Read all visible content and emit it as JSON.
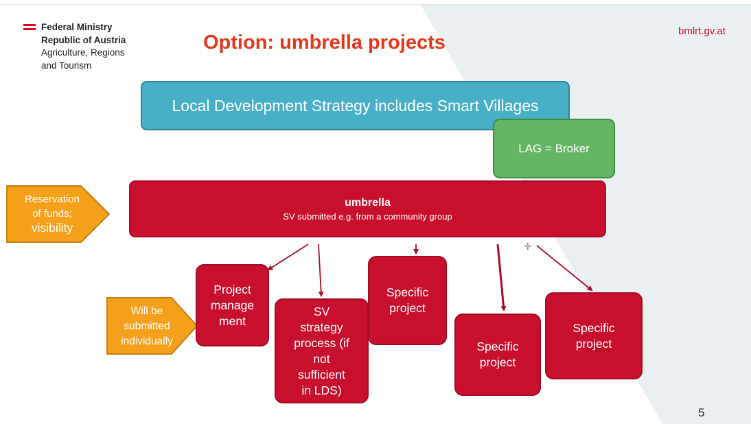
{
  "header": {
    "logo_lines": [
      "Federal Ministry",
      "Republic of Austria",
      "Agriculture, Regions",
      "and Tourism"
    ],
    "url": "bmlrt.gv.at",
    "title": "Option: umbrella projects",
    "slide_number": "5"
  },
  "diagram": {
    "lds": "Local Development Strategy includes  Smart Villages",
    "lag": "LAG = Broker",
    "umbrella_title": "umbrella",
    "umbrella_sub": "SV submitted e.g. from a community group",
    "left_top_lines": [
      "Reservation",
      "of funds;",
      "visibility"
    ],
    "left_bottom_lines": [
      "Will be",
      "submitted",
      "individually"
    ],
    "project_management": [
      "Project",
      "manage",
      "ment"
    ],
    "sv_strategy": [
      "SV",
      "strategy",
      "process (if",
      "not",
      "sufficient",
      "in LDS)"
    ],
    "specific_1": [
      "Specific",
      "project"
    ],
    "specific_2": [
      "Specific",
      "project"
    ],
    "specific_3": [
      "Specific",
      "project"
    ]
  },
  "colors": {
    "title": "#e4361b",
    "crimson": "#c8102e",
    "teal": "#47afc6",
    "green": "#64b664",
    "orange": "#f5a01a"
  }
}
